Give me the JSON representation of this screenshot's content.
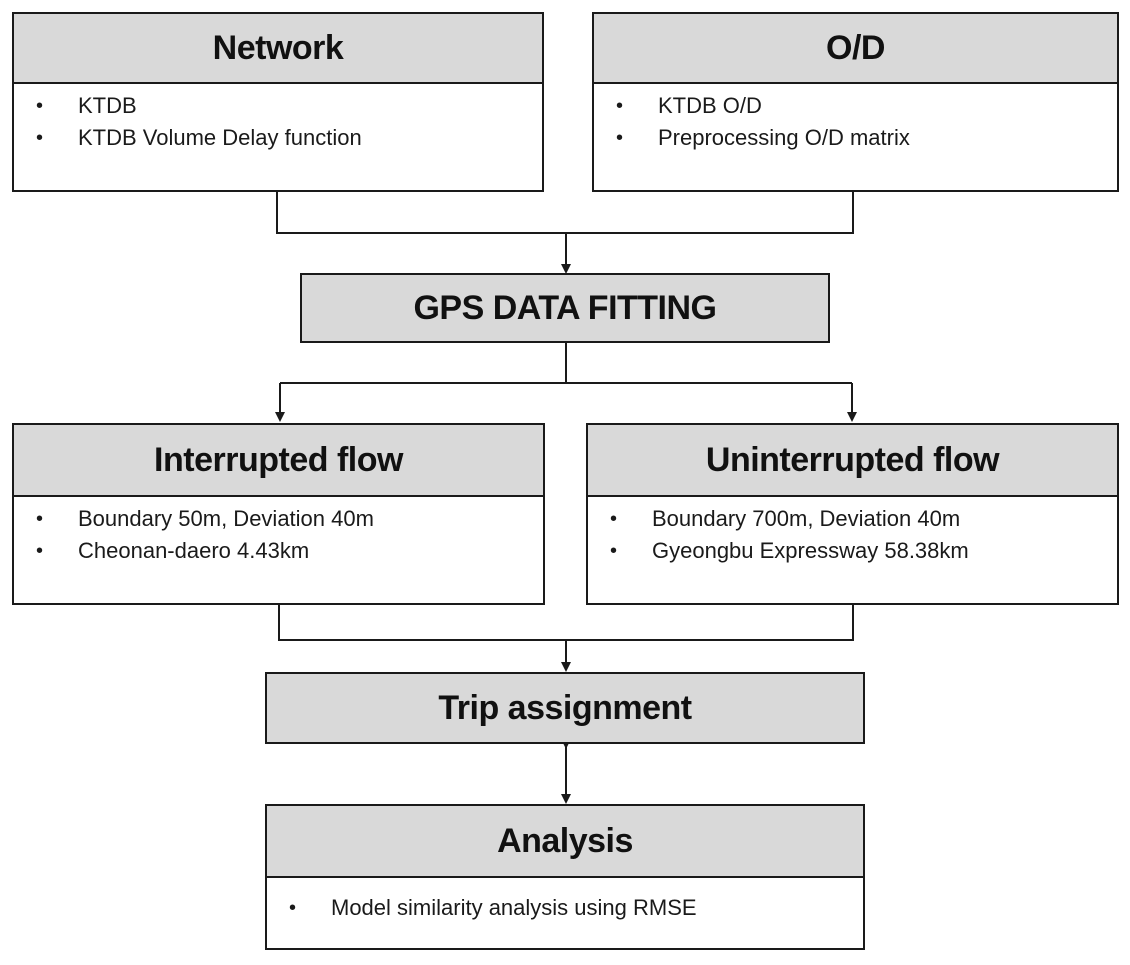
{
  "network": {
    "title": "Network",
    "items": [
      "KTDB",
      "KTDB Volume Delay function"
    ]
  },
  "od": {
    "title": "O/D",
    "items": [
      "KTDB O/D",
      "Preprocessing O/D matrix"
    ]
  },
  "gps": {
    "title": "GPS DATA FITTING"
  },
  "interrupted": {
    "title": "Interrupted flow",
    "items": [
      "Boundary 50m,  Deviation 40m",
      "Cheonan-daero 4.43km"
    ]
  },
  "uninterrupted": {
    "title": "Uninterrupted flow",
    "items": [
      "Boundary 700m,  Deviation 40m",
      "Gyeongbu Expressway 58.38km"
    ]
  },
  "trip": {
    "title": "Trip assignment"
  },
  "analysis": {
    "title": "Analysis",
    "items": [
      "Model similarity analysis using RMSE"
    ]
  }
}
